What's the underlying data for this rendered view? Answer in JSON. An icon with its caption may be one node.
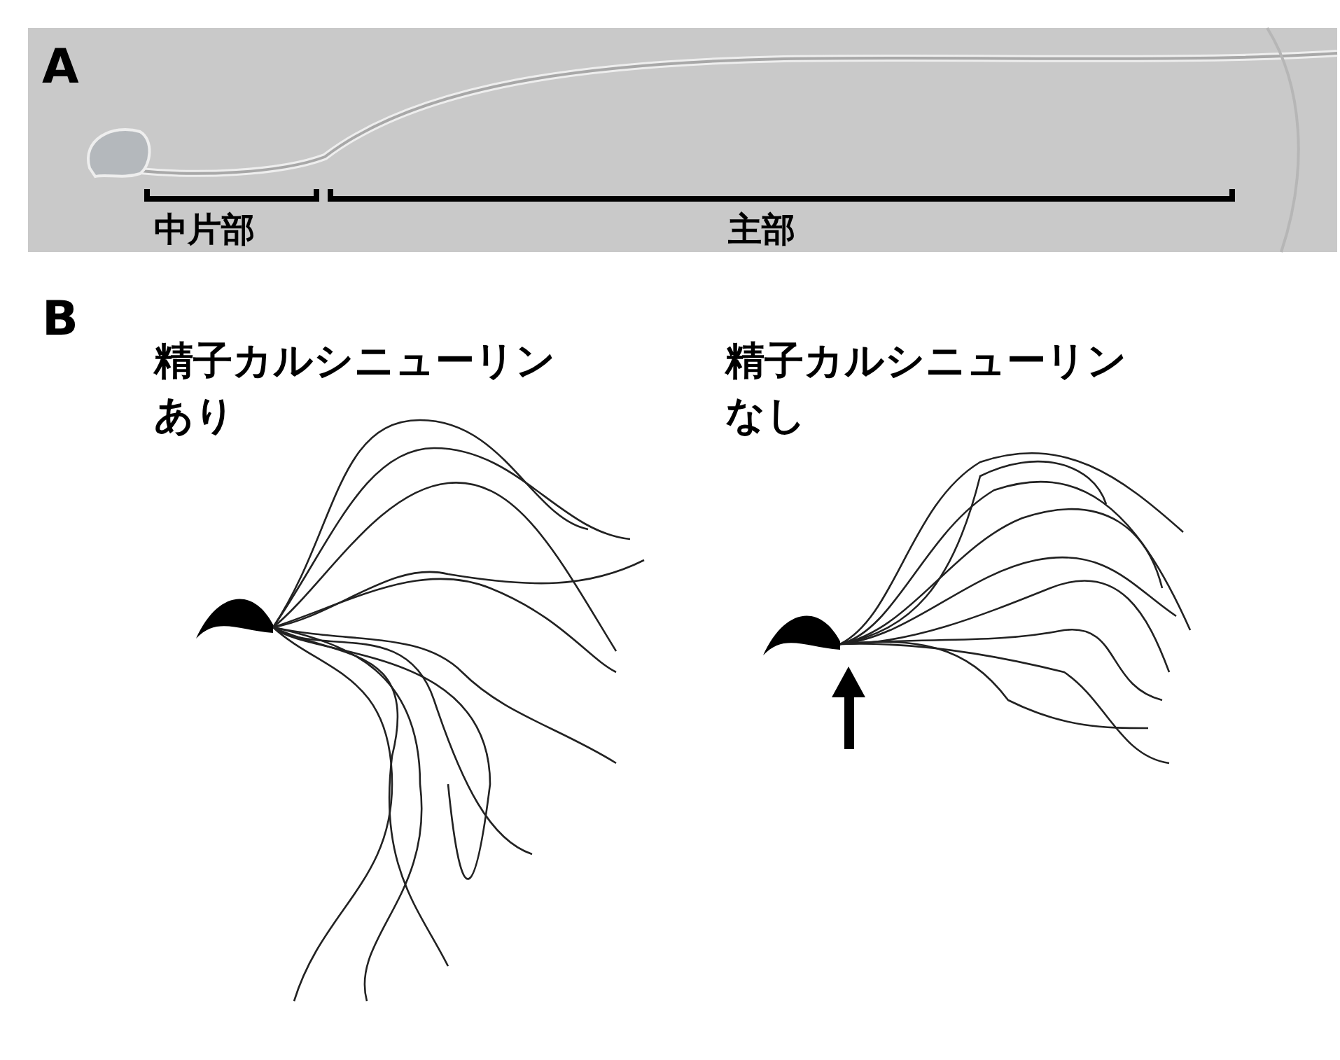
{
  "diagram": {
    "labels": [
      "A",
      "中片部",
      "主部",
      "B",
      "精子カルシニューリンあり",
      "精子カルシニューリンなし"
    ]
  }
}
